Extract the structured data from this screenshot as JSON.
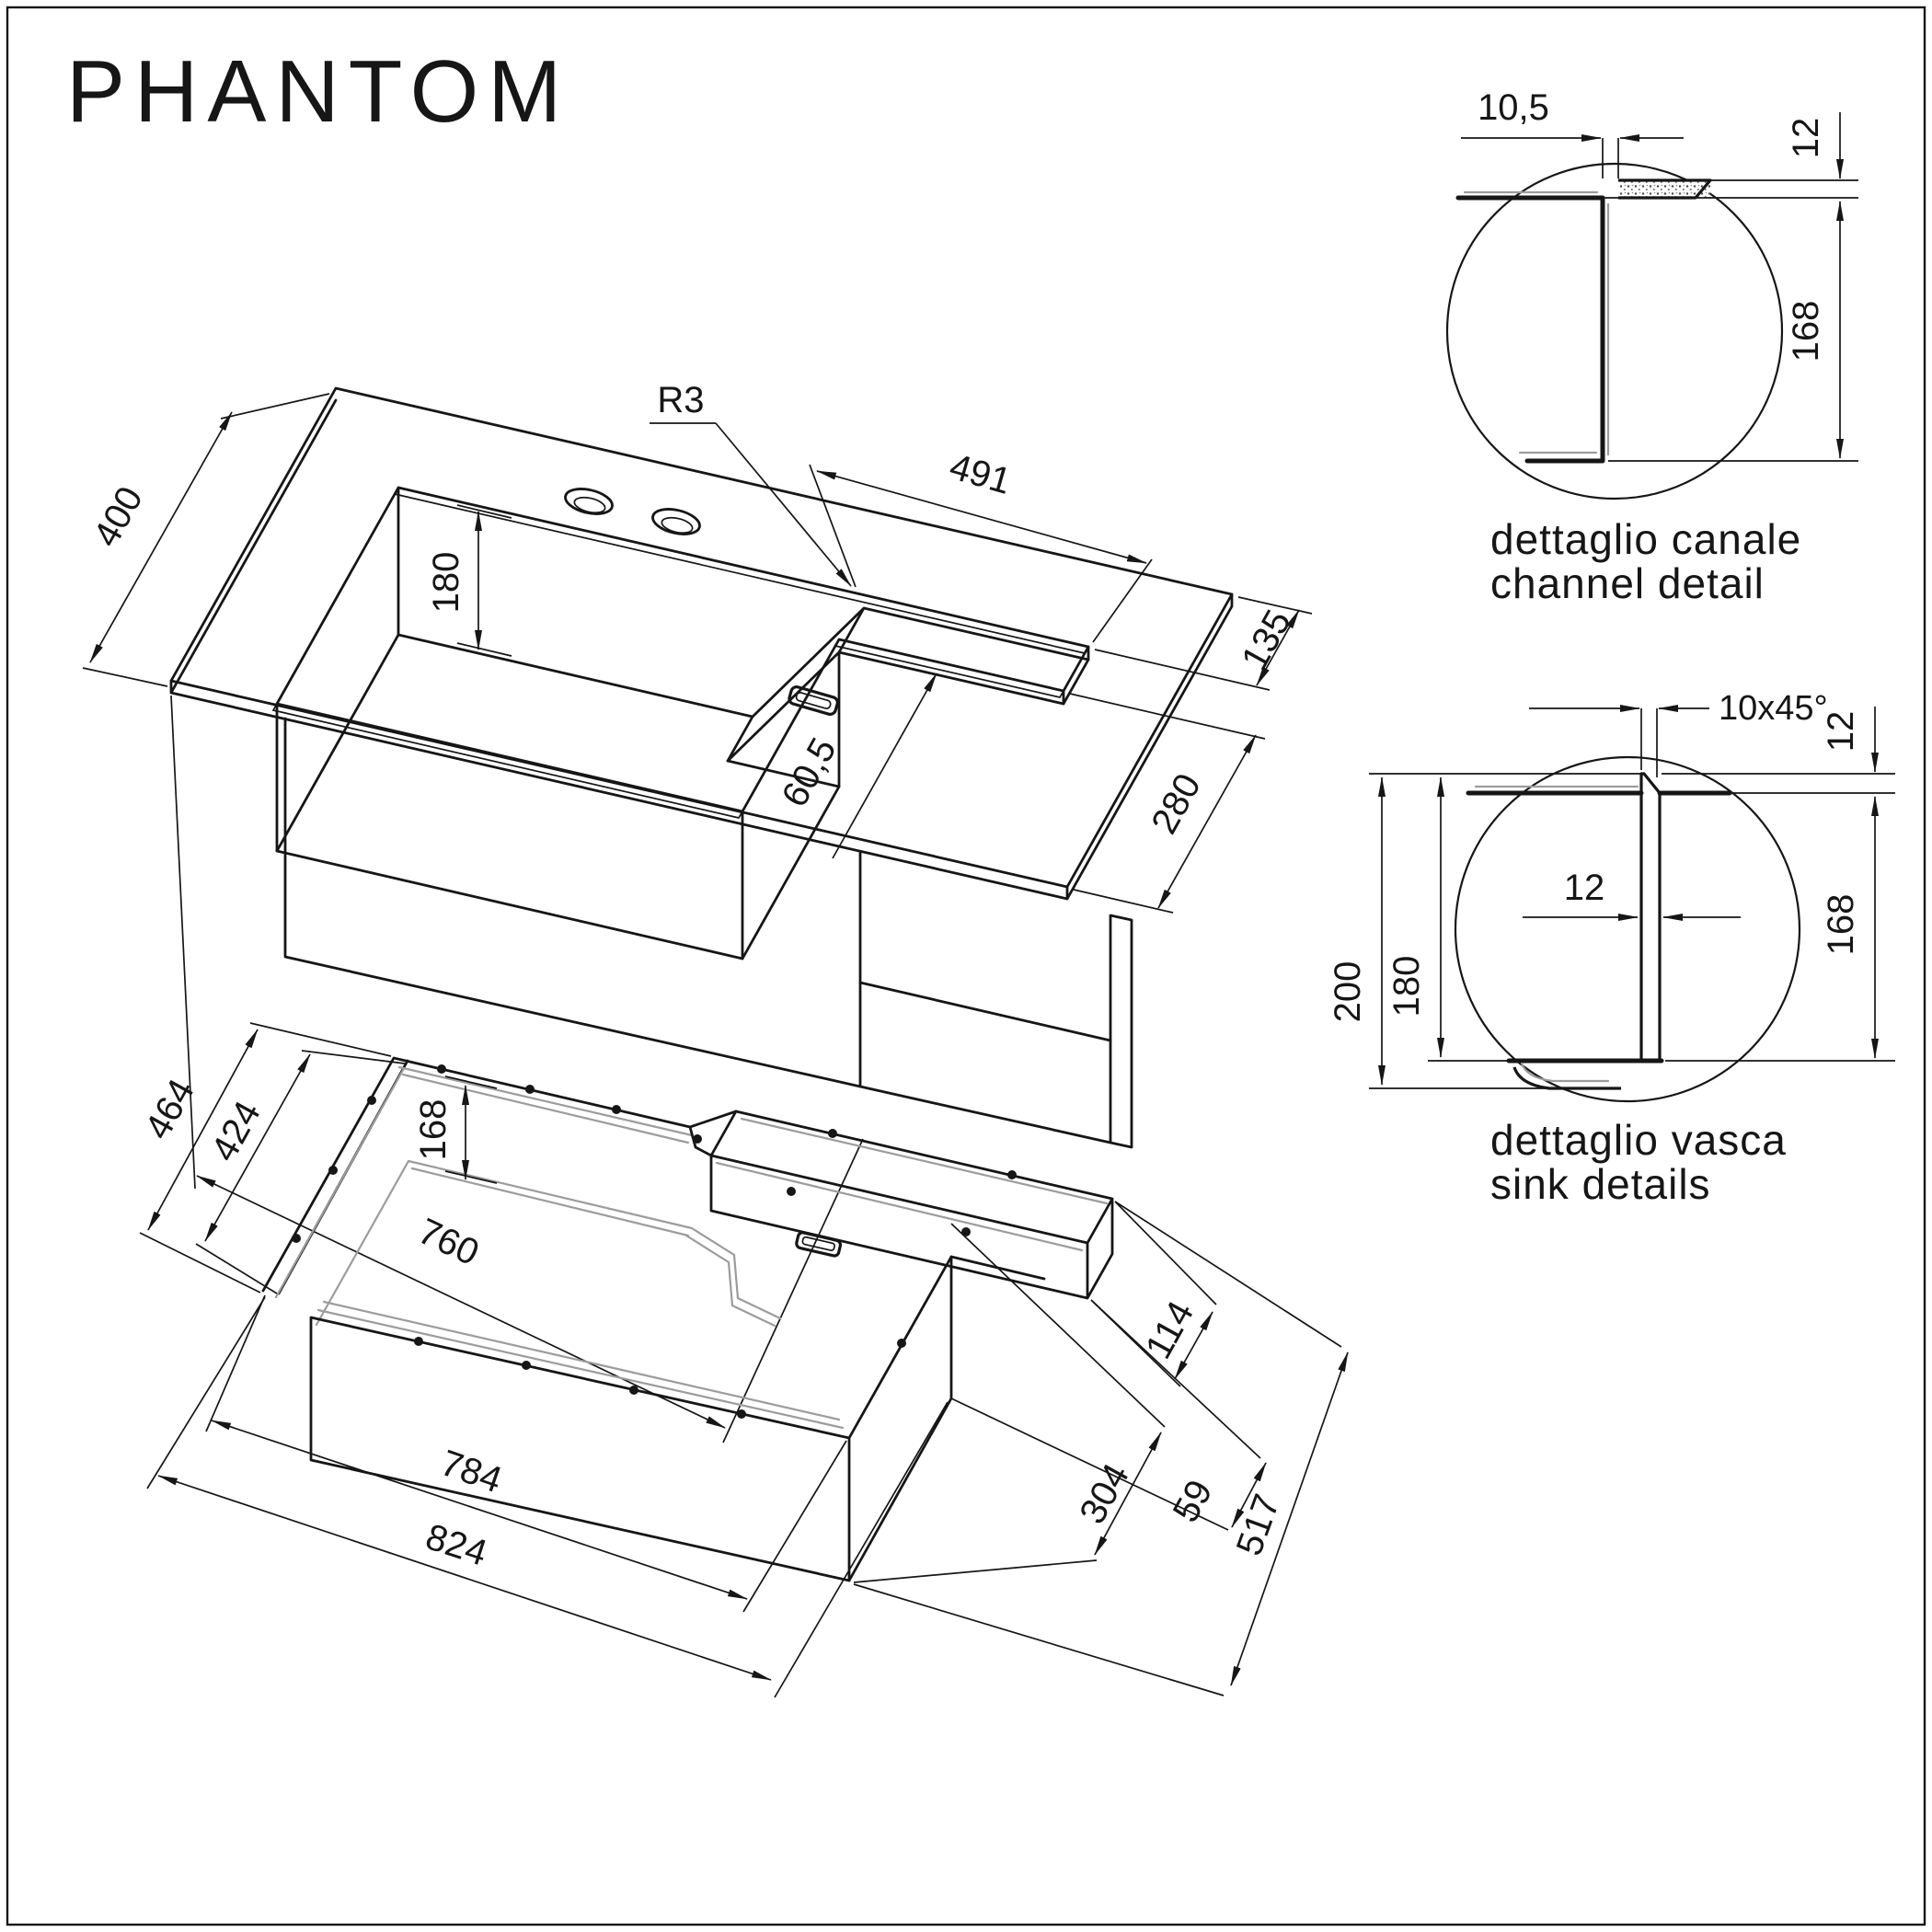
{
  "page": {
    "title": "PHANTOM"
  },
  "colors": {
    "ink": "#161616",
    "gray": "#9c9c9c",
    "background": "#ffffff"
  },
  "top_view": {
    "d400": "400",
    "d180": "180",
    "r3": "R3",
    "d491": "491",
    "d135": "135",
    "d60_5": "60,5",
    "d280": "280",
    "d760": "760"
  },
  "bottom_view": {
    "d464": "464",
    "d424": "424",
    "d168": "168",
    "d784": "784",
    "d824": "824",
    "d114": "114",
    "d304": "304",
    "d59": "59",
    "d517": "517"
  },
  "channel_detail": {
    "d10_5": "10,5",
    "d12": "12",
    "d168": "168",
    "label_it": "dettaglio canale",
    "label_en": "channel detail"
  },
  "sink_detail": {
    "chamfer": "10x45°",
    "d12_top": "12",
    "d200": "200",
    "d180": "180",
    "d12_wall": "12",
    "d168": "168",
    "label_it": "dettaglio vasca",
    "label_en": "sink details"
  }
}
